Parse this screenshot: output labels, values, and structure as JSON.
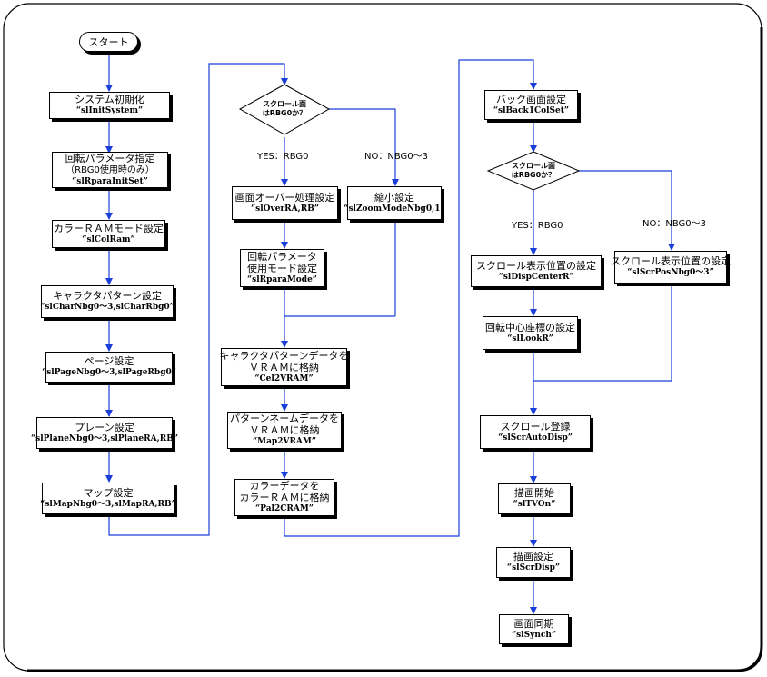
{
  "colors": {
    "connector": "#1a3fd9",
    "box_border": "#000000",
    "background": "#ffffff"
  },
  "start": "スタート",
  "col1": [
    {
      "title": "システム初期化",
      "func": "“slInitSystem”"
    },
    {
      "title": "回転パラメータ指定",
      "sub": "（RBG0使用時のみ）",
      "func": "“slRparaInitSet”"
    },
    {
      "title": "カラーＲＡＭモード設定",
      "func": "“slColRam”"
    },
    {
      "title": "キャラクタパターン設定",
      "func": "“slCharNbg0〜3,slCharRbg0”"
    },
    {
      "title": "ページ設定",
      "func": "“slPageNbg0〜3,slPageRbg0”"
    },
    {
      "title": "プレーン設定",
      "func": "“slPlaneNbg0〜3,slPlaneRA,RB”"
    },
    {
      "title": "マップ設定",
      "func": "“slMapNbg0〜3,slMapRA,RB”"
    }
  ],
  "col2": {
    "decision": {
      "line1": "スクロール面",
      "line2": "はRBG0か？"
    },
    "yes_label": "YES：RBG0",
    "no_label": "NO：NBG0〜3",
    "overra": {
      "title": "画面オーバー処理設定",
      "func": "“slOverRA,RB”"
    },
    "rpara": {
      "title": "回転パラメータ",
      "sub": "使用モード設定",
      "func": "“slRparaMode”"
    },
    "zoom": {
      "title": "縮小設定",
      "func": "“slZoomModeNbg0,1”"
    },
    "cel": {
      "title": "キャラクタパターンデータを",
      "sub": "ＶＲＡＭに格納",
      "func": "“Cel2VRAM”"
    },
    "map": {
      "title": "パターンネームデータを",
      "sub": "ＶＲＡＭに格納",
      "func": "“Map2VRAM”"
    },
    "pal": {
      "title": "カラーデータを",
      "sub": "カラーＲＡＭに格納",
      "func": "“Pal2CRAM”"
    }
  },
  "col3": {
    "back": {
      "title": "バック画面設定",
      "func": "“slBack1ColSet”"
    },
    "decision": {
      "line1": "スクロール面",
      "line2": "はRBG0か？"
    },
    "yes_label": "YES：RBG0",
    "no_label": "NO：NBG0〜3",
    "center": {
      "title": "スクロール表示位置の設定",
      "func": "“slDispCenterR”"
    },
    "look": {
      "title": "回転中心座標の設定",
      "func": "“slLookR”"
    },
    "scrpos": {
      "title": "スクロール表示位置の設定",
      "func": "“slScrPosNbg0〜3”"
    },
    "auto": {
      "title": "スクロール登録",
      "func": "“slScrAutoDisp”"
    },
    "tvon": {
      "title": "描画開始",
      "func": "“slTVOn”"
    },
    "disp": {
      "title": "描画設定",
      "func": "“slScrDisp”"
    },
    "sync": {
      "title": "画面同期",
      "func": "“slSynch”"
    }
  }
}
